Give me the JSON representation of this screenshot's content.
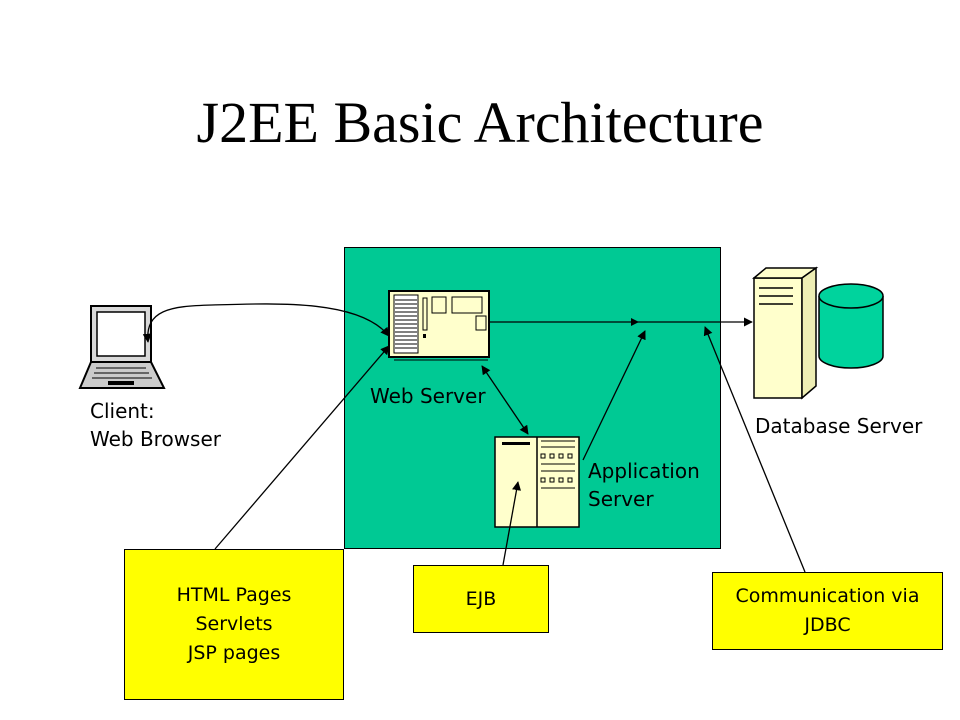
{
  "title": "J2EE Basic Architecture",
  "colors": {
    "server_box": "#00c994",
    "note_fill": "#ffff00",
    "database_fill": "#00d39d",
    "server_fill": "#ffffcc"
  },
  "nodes": {
    "client": {
      "line1": "Client:",
      "line2": "Web Browser",
      "icon": "laptop-icon"
    },
    "web_server": {
      "label": "Web Server",
      "icon": "web-server-icon"
    },
    "app_server": {
      "line1": "Application",
      "line2": "Server",
      "icon": "app-server-icon"
    },
    "database_server": {
      "label": "Database Server",
      "icons": [
        "server-tower-icon",
        "database-cylinder-icon"
      ]
    }
  },
  "notes": {
    "web_tier": [
      "HTML Pages",
      "Servlets",
      "JSP pages"
    ],
    "ejb": [
      "EJB"
    ],
    "jdbc": [
      "Communication via",
      "JDBC"
    ]
  }
}
